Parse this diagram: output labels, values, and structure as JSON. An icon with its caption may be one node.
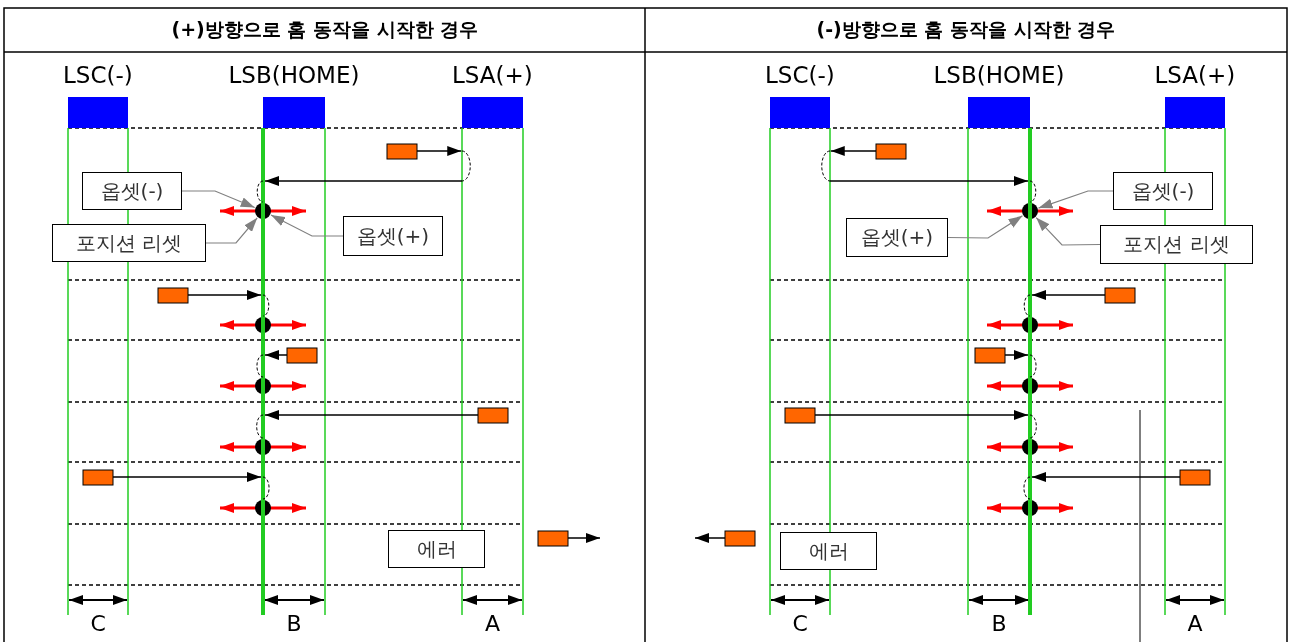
{
  "diagram": {
    "nodes": [
      {
        "text": [
          "옵셋(-)"
        ]
      },
      {
        "text": [],
        "shape": "circle"
      },
      {
        "text": [
          "옵셋(+)"
        ]
      },
      {
        "text": [
          "포지션 리셋"
        ]
      },
      {
        "text": [
          "에러"
        ]
      },
      {
        "text": [
          "옵셋(-)"
        ]
      },
      {
        "text": [
          "옵셋(+)"
        ]
      },
      {
        "text": [],
        "shape": "circle"
      },
      {
        "text": [
          "포지션 리셋"
        ]
      },
      {
        "text": [
          "에러"
        ]
      },
      {
        "text": [],
        "shape": "circle"
      },
      {
        "text": [],
        "shape": "circle"
      },
      {
        "text": [],
        "shape": "circle"
      },
      {
        "text": [],
        "shape": "circle"
      },
      {
        "text": [],
        "shape": "circle"
      },
      {
        "text": [],
        "shape": "circle"
      },
      {
        "text": [],
        "shape": "circle"
      },
      {
        "text": [],
        "shape": "circle"
      },
      {
        "text": [],
        "shape": "box"
      },
      {
        "text": [],
        "shape": "box"
      },
      {
        "text": [],
        "shape": "box"
      },
      {
        "text": [],
        "shape": "box"
      },
      {
        "text": [],
        "shape": "box"
      },
      {
        "text": [],
        "shape": "box"
      },
      {
        "text": [],
        "shape": "box"
      },
      {
        "text": [],
        "shape": "box"
      },
      {
        "text": [],
        "shape": "box"
      },
      {
        "text": [],
        "shape": "box"
      },
      {
        "text": [],
        "shape": "box"
      },
      {
        "text": [],
        "shape": "box"
      },
      {
        "text": [],
        "shape": "bar"
      },
      {
        "text": [],
        "shape": "bar"
      },
      {
        "text": [],
        "shape": "bar"
      },
      {
        "text": [],
        "shape": "bar"
      }
    ],
    "edges": [
      {
        "from": 0,
        "to": 1,
        "arrow": "to",
        "color": "#808080"
      },
      {
        "from": 3,
        "to": 1,
        "arrow": "to",
        "color": "#808080"
      },
      {
        "from": 2,
        "to": 1,
        "arrow": "to",
        "color": "#808080"
      },
      {
        "from": 5,
        "to": 7,
        "arrow": "to",
        "color": "#808080"
      },
      {
        "from": 6,
        "to": 7,
        "arrow": "to",
        "color": "#808080"
      },
      {
        "from": 8,
        "to": 7,
        "arrow": "to",
        "color": "#808080"
      },
      {
        "from": 18,
        "to": 31,
        "arrow": "to"
      },
      {
        "from": 31,
        "to": 30,
        "arrow": "to"
      },
      {
        "from": 30,
        "to": 1,
        "arrow": "none",
        "style": "dashed"
      },
      {
        "from": 19,
        "to": 30,
        "arrow": "to"
      },
      {
        "from": 30,
        "to": 10,
        "arrow": "none",
        "style": "dashed"
      },
      {
        "from": 20,
        "to": 30,
        "arrow": "to"
      },
      {
        "from": 30,
        "to": 11,
        "arrow": "none",
        "style": "dashed"
      },
      {
        "from": 21,
        "to": 30,
        "arrow": "to"
      },
      {
        "from": 30,
        "to": 12,
        "arrow": "none",
        "style": "dashed"
      },
      {
        "from": 22,
        "to": 30,
        "arrow": "to"
      },
      {
        "from": 30,
        "to": 13,
        "arrow": "none",
        "style": "dashed"
      },
      {
        "from": 23,
        "to": null,
        "arrow": "to"
      },
      {
        "from": 24,
        "to": 32,
        "arrow": "to"
      },
      {
        "from": 32,
        "to": 33,
        "arrow": "to"
      },
      {
        "from": 33,
        "to": 7,
        "arrow": "none",
        "style": "dashed"
      },
      {
        "from": 25,
        "to": 33,
        "arrow": "to"
      },
      {
        "from": 33,
        "to": 14,
        "arrow": "none",
        "style": "dashed"
      },
      {
        "from": 26,
        "to": 33,
        "arrow": "to"
      },
      {
        "from": 33,
        "to": 15,
        "arrow": "none",
        "style": "dashed"
      },
      {
        "from": 27,
        "to": 33,
        "arrow": "to"
      },
      {
        "from": 33,
        "to": 16,
        "arrow": "none",
        "style": "dashed"
      },
      {
        "from": 28,
        "to": 33,
        "arrow": "to"
      },
      {
        "from": 33,
        "to": 17,
        "arrow": "none",
        "style": "dashed"
      },
      {
        "from": 29,
        "to": null,
        "arrow": "to"
      }
    ],
    "labels": [
      "(+)방향으로 홈 동작을 시작한 경우",
      "(-)방향으로 홈 동작을 시작한 경우",
      "LSC(-)",
      "LSB(HOME)",
      "LSA(+)",
      "C",
      "B",
      "A",
      "LSC(-)",
      "LSB(HOME)",
      "LSA(+)",
      "C",
      "B",
      "A"
    ]
  }
}
